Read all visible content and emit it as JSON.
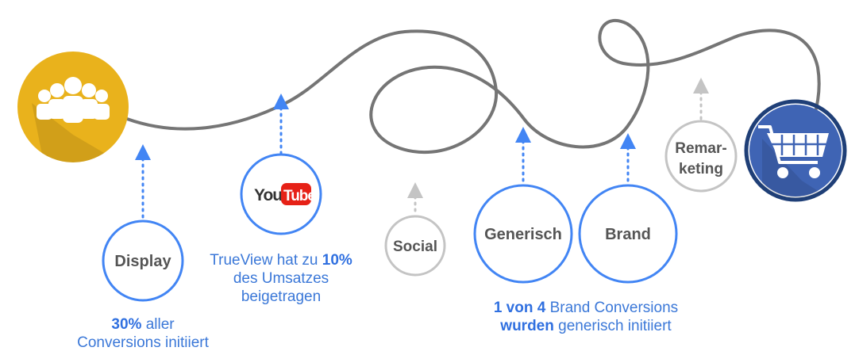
{
  "colors": {
    "blue": "#4285f4",
    "grey": "#c4c4c4",
    "path": "#757575",
    "audience": "#e9b21c",
    "cart": "#3f64b4",
    "youtube_red": "#e62117"
  },
  "nodes": {
    "display": "Display",
    "social": "Social",
    "generisch": "Generisch",
    "brand": "Brand",
    "remarketing_line1": "Remar-",
    "remarketing_line2": "keting",
    "youtube_you": "You",
    "youtube_tube": "Tube"
  },
  "captions": {
    "display_bold": "30%",
    "display_text1": " aller",
    "display_text2": "Conversions initiiert",
    "youtube_text1": "TrueView hat zu ",
    "youtube_bold": "10%",
    "youtube_text2": "des Umsatzes",
    "youtube_text3": "beigetragen",
    "brand_bold1": "1 von 4",
    "brand_text1": " Brand Conversions",
    "brand_bold2": "wurden",
    "brand_text2": " generisch initiiert"
  },
  "icons": {
    "start": "audience-group-icon",
    "end": "shopping-cart-icon",
    "youtube": "youtube-logo-icon"
  }
}
